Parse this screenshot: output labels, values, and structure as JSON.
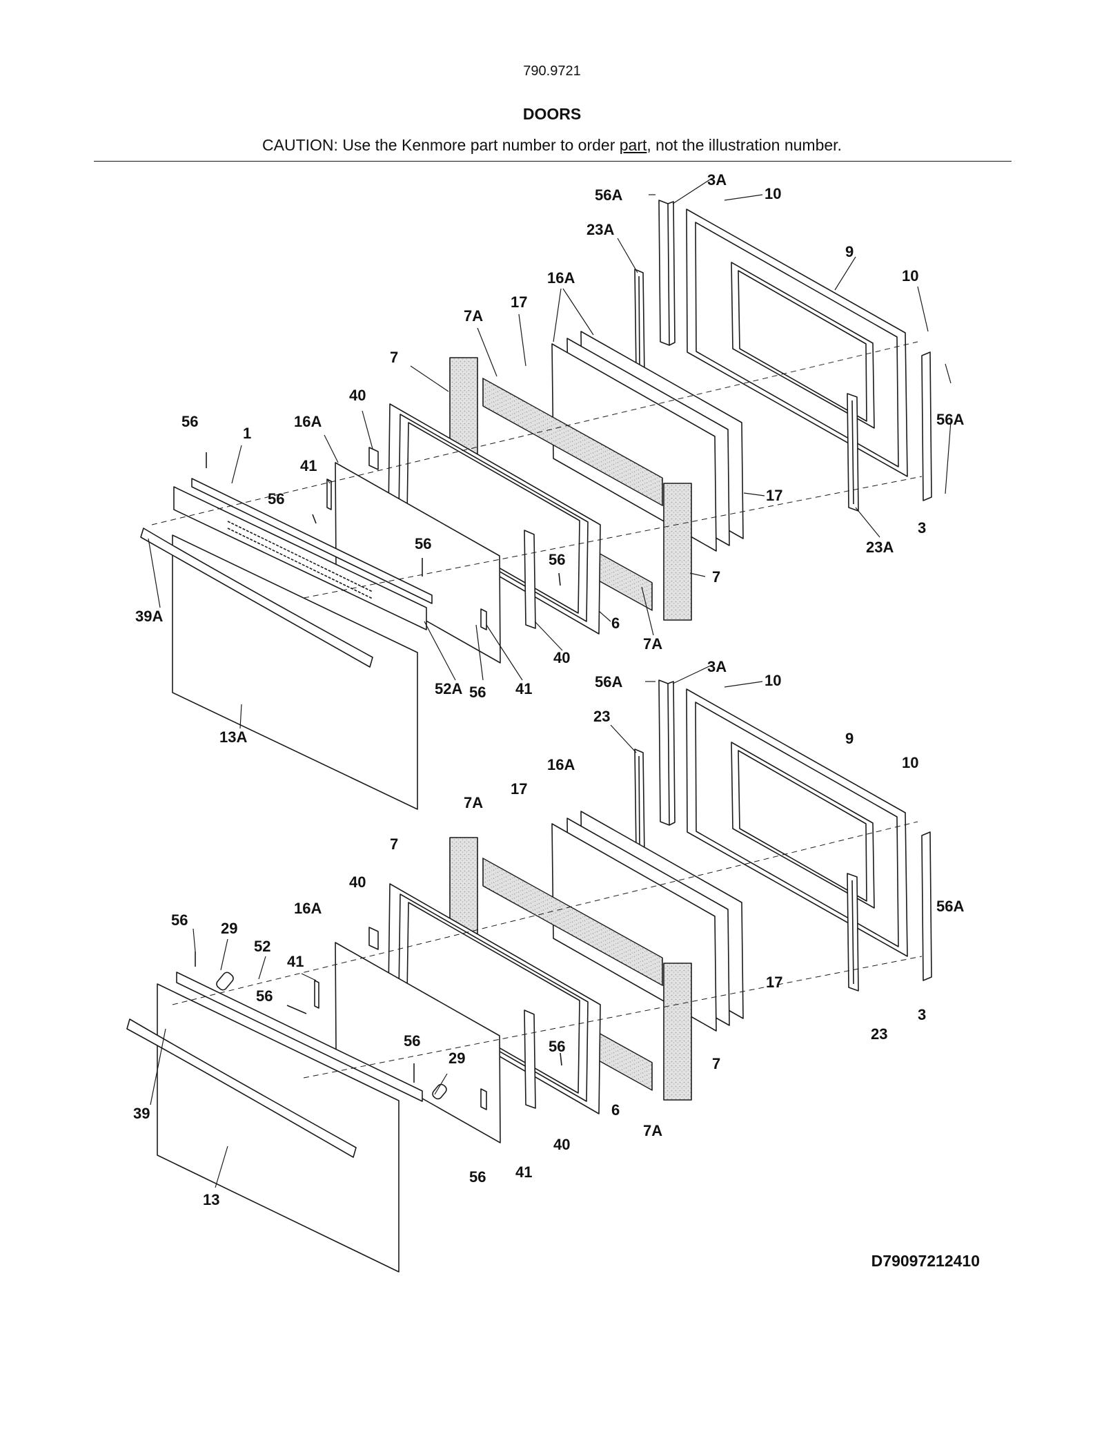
{
  "header": {
    "model_number": "790.9721",
    "section_title": "DOORS",
    "caution_before": "CAUTION: Use the Kenmore part number to order ",
    "caution_underlined": "part",
    "caution_after": ", not the illustration number."
  },
  "diagram_code": "D79097212410",
  "callouts": {
    "upper": [
      "56A",
      "3A",
      "10",
      "23A",
      "9",
      "10",
      "16A",
      "7A",
      "17",
      "7",
      "40",
      "56",
      "1",
      "16A",
      "56A",
      "41",
      "56",
      "17",
      "56",
      "56",
      "3",
      "23A",
      "39A",
      "7",
      "6",
      "7A",
      "40",
      "52A",
      "56",
      "41",
      "13A"
    ],
    "lower": [
      "56A",
      "3A",
      "10",
      "23",
      "9",
      "10",
      "16A",
      "7A",
      "17",
      "7",
      "40",
      "16A",
      "56",
      "29",
      "52",
      "41",
      "56A",
      "56",
      "17",
      "56",
      "3",
      "23",
      "56",
      "29",
      "7",
      "6",
      "39",
      "7A",
      "40",
      "56",
      "41",
      "13"
    ]
  },
  "colors": {
    "line": "#1a1a1a",
    "insulation": "#dcdcdc",
    "background": "#ffffff"
  }
}
